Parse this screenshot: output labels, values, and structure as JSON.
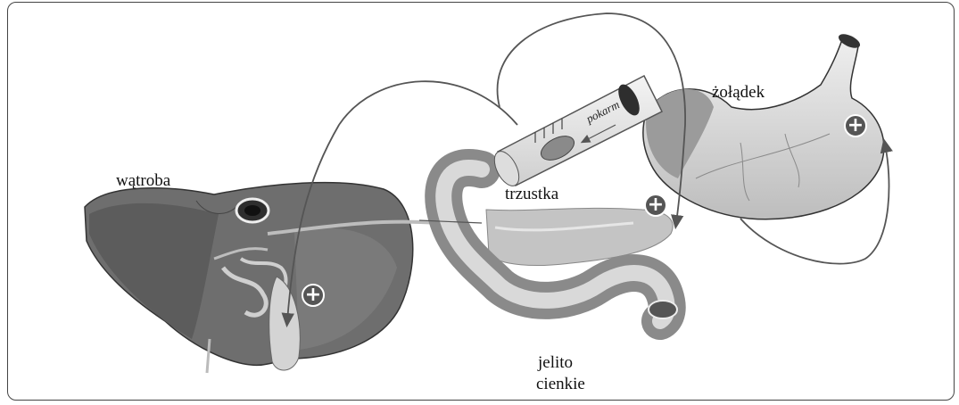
{
  "labels": {
    "liver": "wątroba",
    "stomach": "żołądek",
    "pancreas": "trzustka",
    "intestine_line1": "jelito",
    "intestine_line2": "cienkie",
    "food": "pokarm"
  },
  "plus_symbol": "+",
  "icons": [
    "plus-circle-icon",
    "arrow-icon"
  ],
  "colors": {
    "organ_dark": "#555555",
    "organ_mid": "#8a8a8a",
    "organ_light": "#d9d9d9",
    "pancreas": "#c4c4c4",
    "arrow": "#555555",
    "frame": "#444444"
  }
}
